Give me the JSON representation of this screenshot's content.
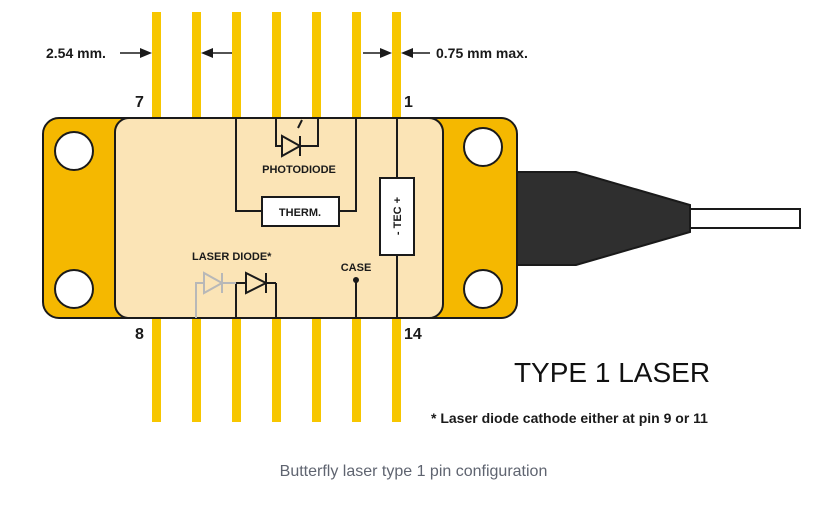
{
  "labels": {
    "pitch": "2.54 mm.",
    "pin_width": "0.75 mm max.",
    "pin7": "7",
    "pin1": "1",
    "pin8": "8",
    "pin14": "14",
    "photodiode": "PHOTODIODE",
    "therm": "THERM.",
    "tec": "- TEC +",
    "laser_diode": "LASER DIODE*",
    "case": "CASE"
  },
  "title": "TYPE 1 LASER",
  "footnote": "* Laser diode cathode either at pin 9 or 11",
  "caption": "Butterfly laser type 1 pin configuration",
  "colors": {
    "pin": "#f7c600",
    "flange": "#f5b800",
    "body": "#fbe4b6",
    "outline": "#1a1a1a",
    "fiber": "#2f2f2f",
    "faded_diode": "#b8b8b8"
  }
}
